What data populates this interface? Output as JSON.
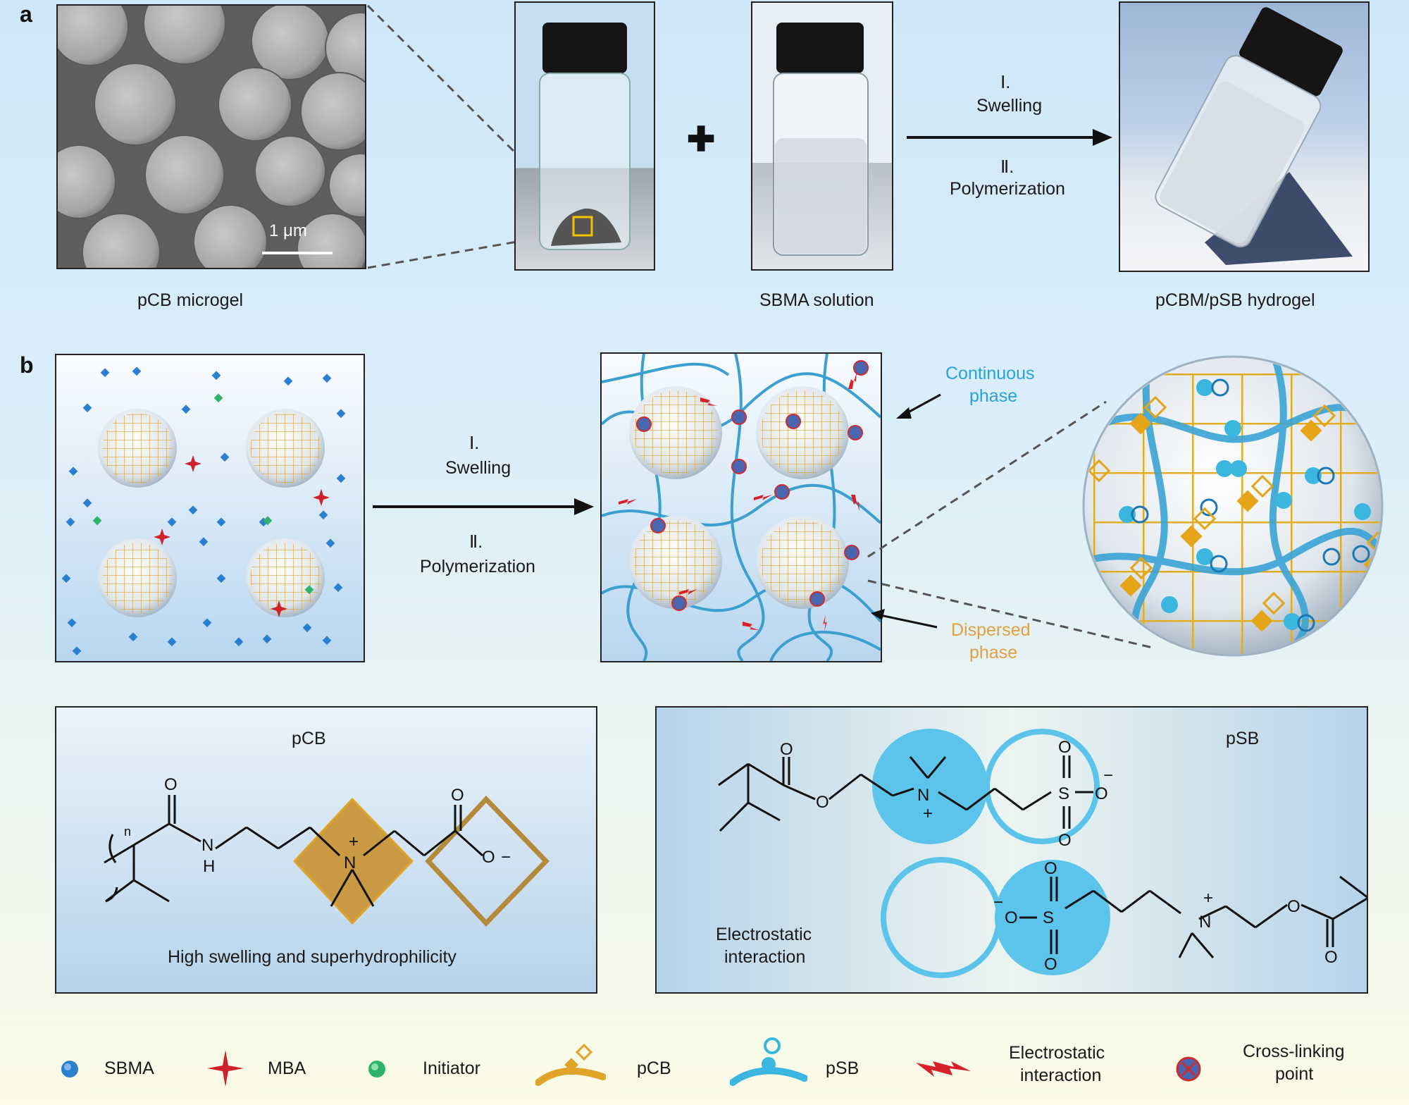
{
  "panel_a": {
    "letter": "a",
    "sem_scale_label": "1 μm",
    "caption_microgel": "pCB microgel",
    "caption_solution": "SBMA solution",
    "caption_hydrogel": "pCBM/pSB hydrogel",
    "step1_numeral": "Ⅰ.",
    "step1_label": "Swelling",
    "step2_numeral": "Ⅱ.",
    "step2_label": "Polymerization"
  },
  "panel_b": {
    "letter": "b",
    "step1_numeral": "Ⅰ.",
    "step1_label": "Swelling",
    "step2_numeral": "Ⅱ.",
    "step2_label": "Polymerization",
    "continuous_line1": "Continuous",
    "continuous_line2": "phase",
    "dispersed_line1": "Dispersed",
    "dispersed_line2": "phase"
  },
  "pcb_box": {
    "title": "pCB",
    "caption": "High swelling and superhydrophilicity"
  },
  "psb_box": {
    "title": "pSB",
    "electrostatic_line1": "Electrostatic",
    "electrostatic_line2": "interaction"
  },
  "legend": {
    "items": [
      {
        "icon": "sbma-dot-icon",
        "label": "SBMA"
      },
      {
        "icon": "mba-star-icon",
        "label": "MBA"
      },
      {
        "icon": "initiator-dot-icon",
        "label": "Initiator"
      },
      {
        "icon": "pcb-chain-icon",
        "label": "pCB"
      },
      {
        "icon": "psb-chain-icon",
        "label": "pSB"
      },
      {
        "icon": "lightning-icon",
        "label_line1": "Electrostatic",
        "label_line2": "interaction"
      },
      {
        "icon": "crosslink-icon",
        "label_line1": "Cross-linking",
        "label_line2": "point"
      }
    ]
  },
  "colors": {
    "sbma_blue": "#2a7fd0",
    "psb_cyan": "#3bb6de",
    "pcb_gold": "#e0a42a",
    "mba_red": "#d0202a",
    "initiator_green": "#2fb36a",
    "continuous_label": "#29a3d6",
    "dispersed_label": "#e0a040"
  }
}
